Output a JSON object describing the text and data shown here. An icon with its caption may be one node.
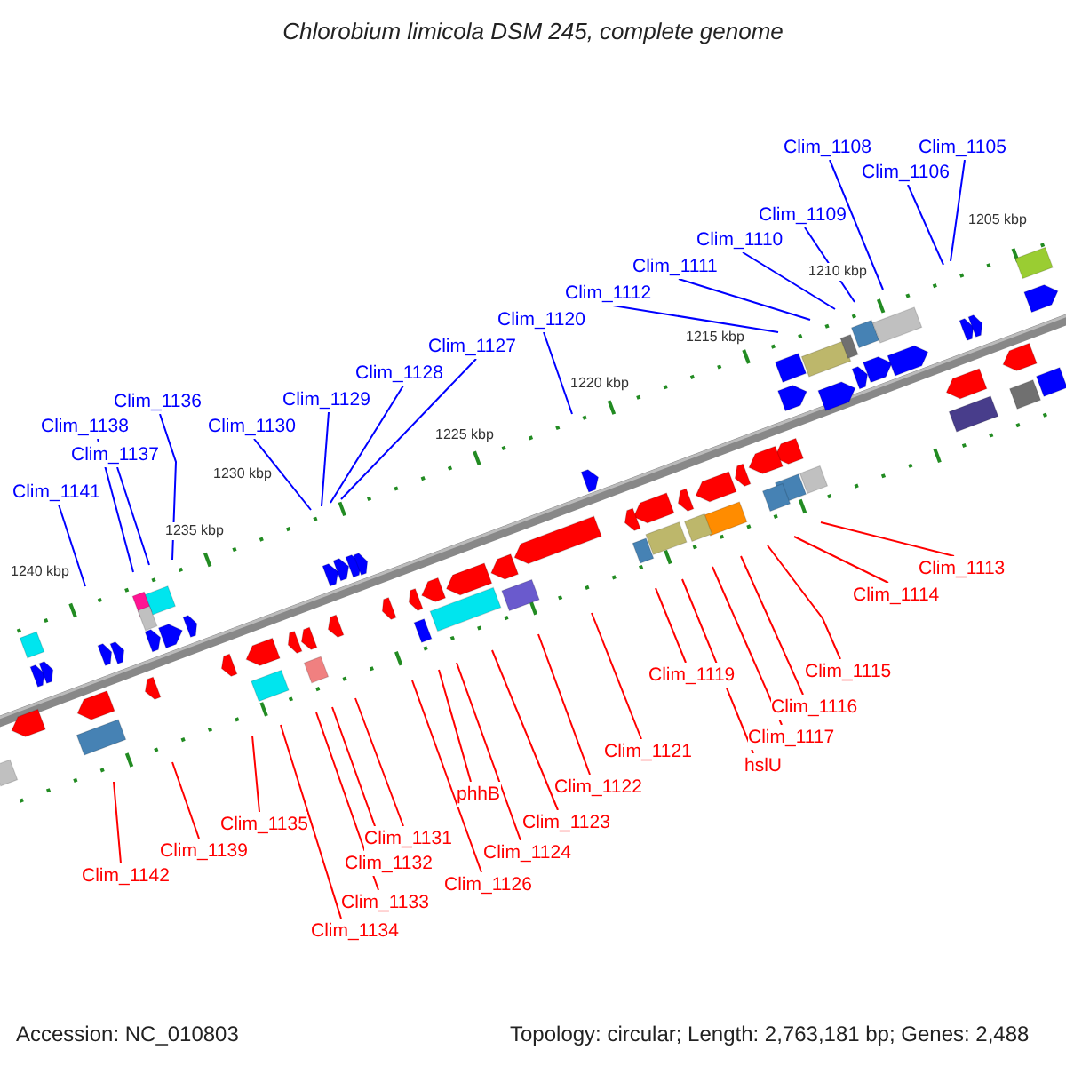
{
  "diagram": {
    "title": "Chlorobium limicola DSM 245, complete genome",
    "nodes": [
      {
        "text": [
          "Clim_1108"
        ]
      },
      {
        "text": [
          "Clim_1105"
        ]
      },
      {
        "text": [
          "Clim_1106"
        ]
      },
      {
        "text": [
          "Clim_1109"
        ]
      },
      {
        "text": [
          "Clim_1110"
        ]
      },
      {
        "text": [
          "Clim_1111"
        ]
      },
      {
        "text": [
          "Clim_1112"
        ]
      },
      {
        "text": [
          "Clim_1120"
        ]
      },
      {
        "text": [
          "Clim_1127"
        ]
      },
      {
        "text": [
          "Clim_1128"
        ]
      },
      {
        "text": [
          "Clim_1129"
        ]
      },
      {
        "text": [
          "Clim_1136"
        ]
      },
      {
        "text": [
          "Clim_1130"
        ]
      },
      {
        "text": [
          "Clim_1138"
        ]
      },
      {
        "text": [
          "Clim_1137"
        ]
      },
      {
        "text": [
          "Clim_1141"
        ]
      },
      {
        "text": [
          "Clim_1113"
        ]
      },
      {
        "text": [
          "Clim_1114"
        ]
      },
      {
        "text": [
          "Clim_1115"
        ]
      },
      {
        "text": [
          "Clim_1119"
        ]
      },
      {
        "text": [
          "Clim_1116"
        ]
      },
      {
        "text": [
          "Clim_1117"
        ]
      },
      {
        "text": [
          "Clim_1121"
        ]
      },
      {
        "text": [
          "hslU"
        ]
      },
      {
        "text": [
          "Clim_1122"
        ]
      },
      {
        "text": [
          "phhB"
        ]
      },
      {
        "text": [
          "Clim_1123"
        ]
      },
      {
        "text": [
          "Clim_1135"
        ]
      },
      {
        "text": [
          "Clim_1131"
        ]
      },
      {
        "text": [
          "Clim_1124"
        ]
      },
      {
        "text": [
          "Clim_1139"
        ]
      },
      {
        "text": [
          "Clim_1132"
        ]
      },
      {
        "text": [
          "Clim_1142"
        ]
      },
      {
        "text": [
          "Clim_1126"
        ]
      },
      {
        "text": [
          "Clim_1133"
        ]
      },
      {
        "text": [
          "Clim_1134"
        ]
      }
    ],
    "edges": [
      {
        "from": 0,
        "to": null,
        "arrow": "none",
        "color": "#0000ff"
      },
      {
        "from": 1,
        "to": null,
        "arrow": "none",
        "color": "#0000ff"
      },
      {
        "from": 2,
        "to": null,
        "arrow": "none",
        "color": "#0000ff"
      },
      {
        "from": 3,
        "to": null,
        "arrow": "none",
        "color": "#0000ff"
      },
      {
        "from": 4,
        "to": null,
        "arrow": "none",
        "color": "#0000ff"
      },
      {
        "from": 5,
        "to": null,
        "arrow": "none",
        "color": "#0000ff"
      },
      {
        "from": 6,
        "to": null,
        "arrow": "none",
        "color": "#0000ff"
      },
      {
        "from": 7,
        "to": null,
        "arrow": "none",
        "color": "#0000ff"
      },
      {
        "from": 8,
        "to": null,
        "arrow": "none",
        "color": "#0000ff"
      },
      {
        "from": 9,
        "to": null,
        "arrow": "none",
        "color": "#0000ff"
      },
      {
        "from": 10,
        "to": null,
        "arrow": "none",
        "color": "#0000ff"
      },
      {
        "from": 11,
        "to": null,
        "arrow": "none",
        "color": "#0000ff"
      },
      {
        "from": 12,
        "to": null,
        "arrow": "none",
        "color": "#0000ff"
      },
      {
        "from": 13,
        "to": null,
        "arrow": "none",
        "color": "#0000ff"
      },
      {
        "from": 14,
        "to": null,
        "arrow": "none",
        "color": "#0000ff"
      },
      {
        "from": 15,
        "to": null,
        "arrow": "none",
        "color": "#0000ff"
      },
      {
        "from": 16,
        "to": null,
        "arrow": "none"
      },
      {
        "from": 17,
        "to": null,
        "arrow": "none"
      },
      {
        "from": 18,
        "to": null,
        "arrow": "none"
      },
      {
        "from": 19,
        "to": null,
        "arrow": "none"
      },
      {
        "from": 20,
        "to": null,
        "arrow": "none"
      },
      {
        "from": 21,
        "to": null,
        "arrow": "none"
      },
      {
        "from": 22,
        "to": null,
        "arrow": "none"
      },
      {
        "from": 23,
        "to": null,
        "arrow": "none"
      },
      {
        "from": 24,
        "to": null,
        "arrow": "none"
      },
      {
        "from": 25,
        "to": null,
        "arrow": "none"
      },
      {
        "from": 26,
        "to": null,
        "arrow": "none"
      },
      {
        "from": 27,
        "to": null,
        "arrow": "none"
      },
      {
        "from": 28,
        "to": null,
        "arrow": "none"
      },
      {
        "from": 29,
        "to": null,
        "arrow": "none"
      },
      {
        "from": 30,
        "to": null,
        "arrow": "none"
      },
      {
        "from": 31,
        "to": null,
        "arrow": "none"
      },
      {
        "from": 32,
        "to": null,
        "arrow": "none"
      },
      {
        "from": 33,
        "to": null,
        "arrow": "none"
      },
      {
        "from": 34,
        "to": null,
        "arrow": "none"
      },
      {
        "from": 35,
        "to": null,
        "arrow": "none"
      }
    ],
    "labels": [
      "1205 kbp",
      "1210 kbp",
      "1215 kbp",
      "1220 kbp",
      "1225 kbp",
      "1230 kbp",
      "1235 kbp",
      "1240 kbp",
      "Accession: NC_010803",
      "Topology: circular; Length: 2,763,181 bp; Genes: 2,488"
    ]
  }
}
